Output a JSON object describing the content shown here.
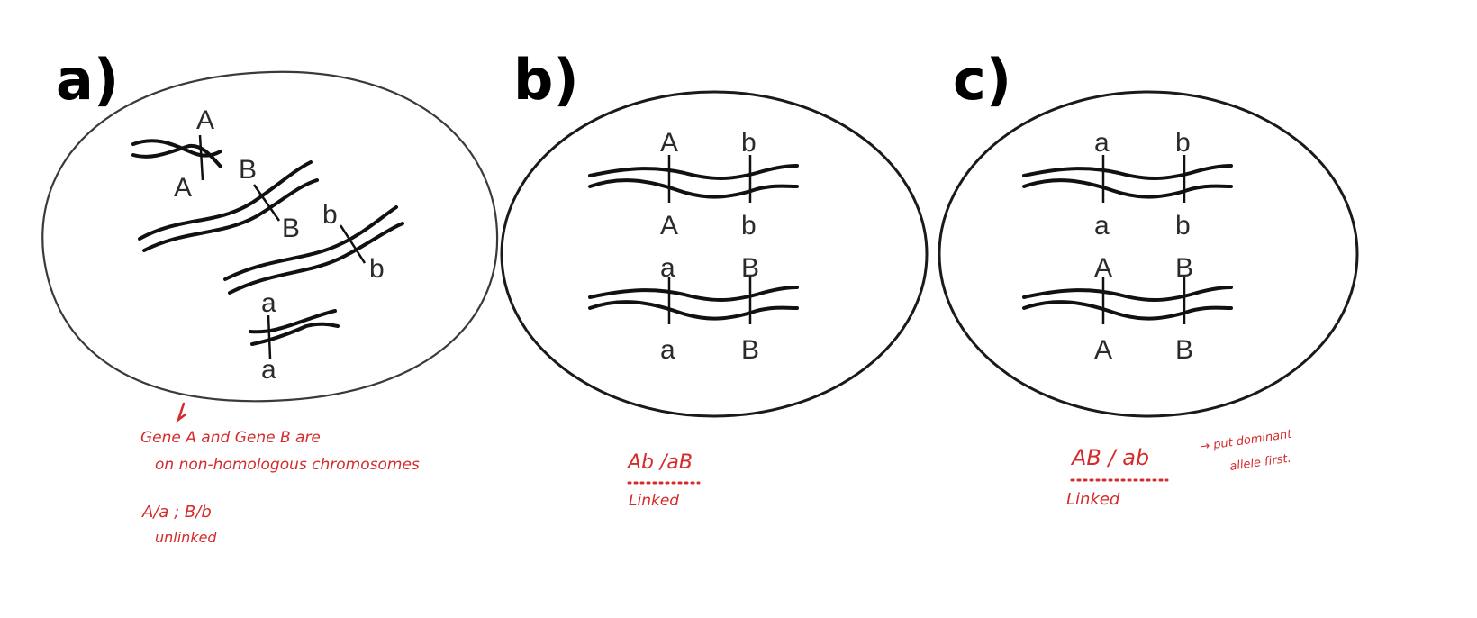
{
  "panels": [
    {
      "letter": "a)",
      "alleles": [
        "A",
        "A",
        "B",
        "B",
        "b",
        "b",
        "a",
        "a"
      ],
      "notes": {
        "line1": "Gene A and Gene B are",
        "line2": "on non-homologous chromosomes",
        "genotype": "A/a ; B/b",
        "status": "unlinked"
      }
    },
    {
      "letter": "b)",
      "alleles": [
        "A",
        "b",
        "A",
        "b",
        "a",
        "B",
        "a",
        "B"
      ],
      "notes": {
        "genotype": "Ab /aB",
        "status": "Linked"
      }
    },
    {
      "letter": "c)",
      "alleles": [
        "a",
        "b",
        "a",
        "b",
        "A",
        "B",
        "A",
        "B"
      ],
      "notes": {
        "genotype": "AB / ab",
        "status": "Linked",
        "side1": "→ put dominant",
        "side2": "allele first."
      }
    }
  ],
  "colors": {
    "annotation": "#d42b2b",
    "ink": "#111111"
  }
}
